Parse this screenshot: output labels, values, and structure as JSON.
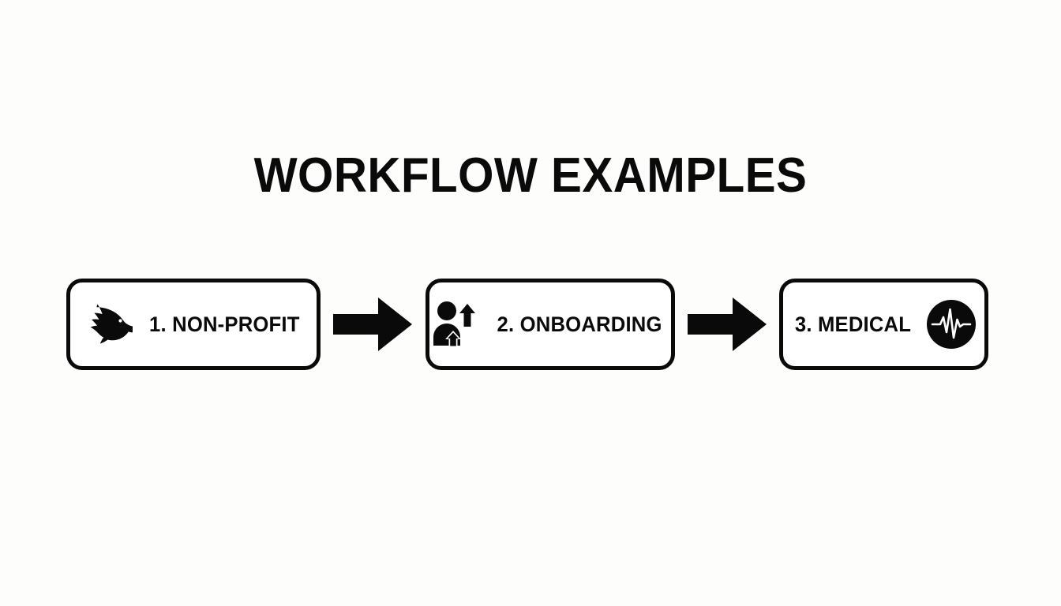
{
  "page": {
    "title": "WORKFLOW EXAMPLES",
    "background_color": "#fdfdfc",
    "ink_color": "#0a0a0a"
  },
  "flow": {
    "steps": [
      {
        "label": "1. NON-PROFIT",
        "number": "1",
        "name": "NON-PROFIT",
        "icon": "dove-icon",
        "icon_position": "left"
      },
      {
        "label": "2. ONBOARDING",
        "number": "2",
        "name": "ONBOARDING",
        "icon": "person-arrow-up-icon",
        "icon_position": "left"
      },
      {
        "label": "3. MEDICAL",
        "number": "3",
        "name": "MEDICAL",
        "icon": "heartbeat-circle-icon",
        "icon_position": "right"
      }
    ],
    "connectors": [
      {
        "icon": "arrow-right-icon"
      },
      {
        "icon": "arrow-right-icon"
      }
    ]
  }
}
